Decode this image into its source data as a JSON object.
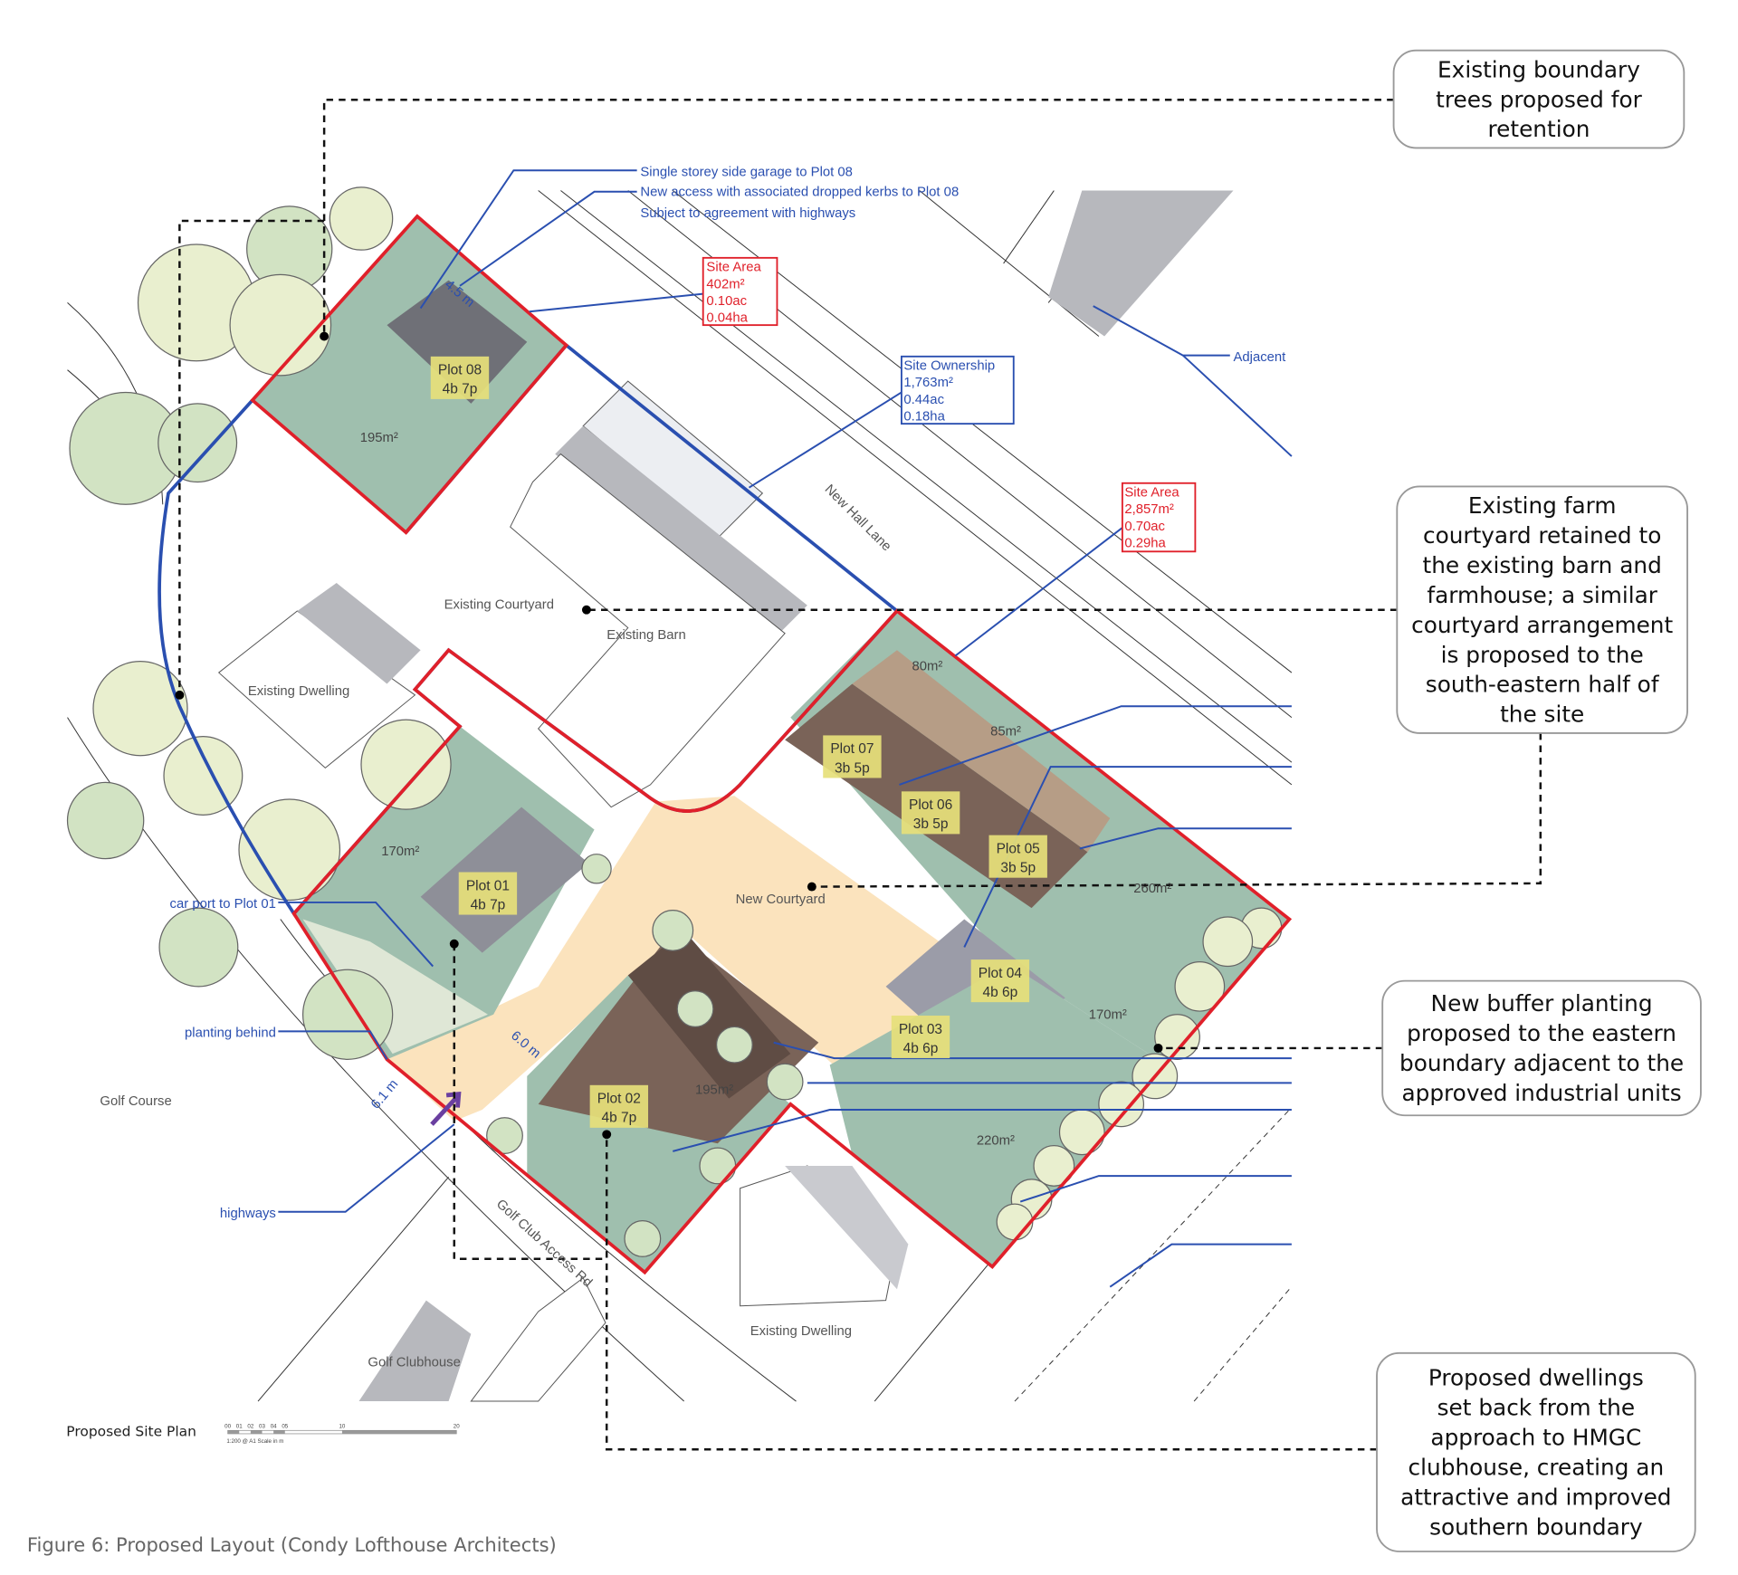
{
  "caption": "Figure 6: Proposed Layout (Condy Lofthouse Architects)",
  "plan_title": "Proposed Site Plan",
  "scale_bar": {
    "ticks": [
      "00",
      "01",
      "02",
      "03",
      "04",
      "05",
      "10",
      "20"
    ],
    "note": "1:200 @ A1 Scale in m"
  },
  "callouts": [
    {
      "lines": [
        "Existing boundary",
        "trees proposed for",
        "retention"
      ]
    },
    {
      "lines": [
        "Existing farm",
        "courtyard retained to",
        "the existing barn and",
        "farmhouse; a similar",
        "courtyard arrangement",
        "is proposed to the",
        "south-eastern half of",
        "the site"
      ]
    },
    {
      "lines": [
        "New buffer planting",
        "proposed to the eastern",
        "boundary adjacent to the",
        "approved industrial units"
      ]
    },
    {
      "lines": [
        "Proposed dwellings",
        "set back from the",
        "approach to HMGC",
        "clubhouse, creating an",
        "attractive and improved",
        "southern boundary"
      ]
    }
  ],
  "annotations": {
    "garage": "Single storey side garage to Plot 08",
    "access": "New access with associated dropped kerbs to Plot 08",
    "agreement": "Subject to agreement with highways",
    "adjacent": "Adjacent",
    "carport": "car port to Plot 01",
    "planting": "planting behind",
    "highways": "highways",
    "dim_60": "6.0 m",
    "dim_61": "6.1 m",
    "dim_45": "4.5 m"
  },
  "site_area_north": {
    "title": "Site Area",
    "m2": "402m²",
    "ac": "0.10ac",
    "ha": "0.04ha"
  },
  "site_ownership": {
    "title": "Site Ownership",
    "m2": "1,763m²",
    "ac": "0.44ac",
    "ha": "0.18ha"
  },
  "site_area_south": {
    "title": "Site Area",
    "m2": "2,857m²",
    "ac": "0.70ac",
    "ha": "0.29ha"
  },
  "plots": [
    {
      "name": "Plot 08",
      "spec": "4b 7p"
    },
    {
      "name": "Plot 07",
      "spec": "3b 5p"
    },
    {
      "name": "Plot 06",
      "spec": "3b 5p"
    },
    {
      "name": "Plot 05",
      "spec": "3b 5p"
    },
    {
      "name": "Plot 04",
      "spec": "4b 6p"
    },
    {
      "name": "Plot 03",
      "spec": "4b 6p"
    },
    {
      "name": "Plot 02",
      "spec": "4b 7p"
    },
    {
      "name": "Plot 01",
      "spec": "4b 7p"
    }
  ],
  "garden_areas": [
    "195m²",
    "170m²",
    "80m²",
    "85m²",
    "260m²",
    "170m²",
    "220m²",
    "195m²"
  ],
  "places": {
    "existing_courtyard": "Existing Courtyard",
    "existing_barn": "Existing Barn",
    "existing_dwelling_west": "Existing Dwelling",
    "new_hall_lane": "New Hall Lane",
    "new_courtyard": "New Courtyard",
    "golf_course": "Golf Course",
    "golf_club_access_rd": "Golf Club Access Rd",
    "existing_dwelling_south": "Existing Dwelling",
    "golf_clubhouse": "Golf Clubhouse"
  },
  "colors": {
    "site_area_red": "#e0202a",
    "ownership_blue": "#2a4fb0",
    "garden_green": "#9fbfae",
    "courtyard_beige": "#fbe3bd",
    "plot_label_yellow": "#e6e07a"
  }
}
